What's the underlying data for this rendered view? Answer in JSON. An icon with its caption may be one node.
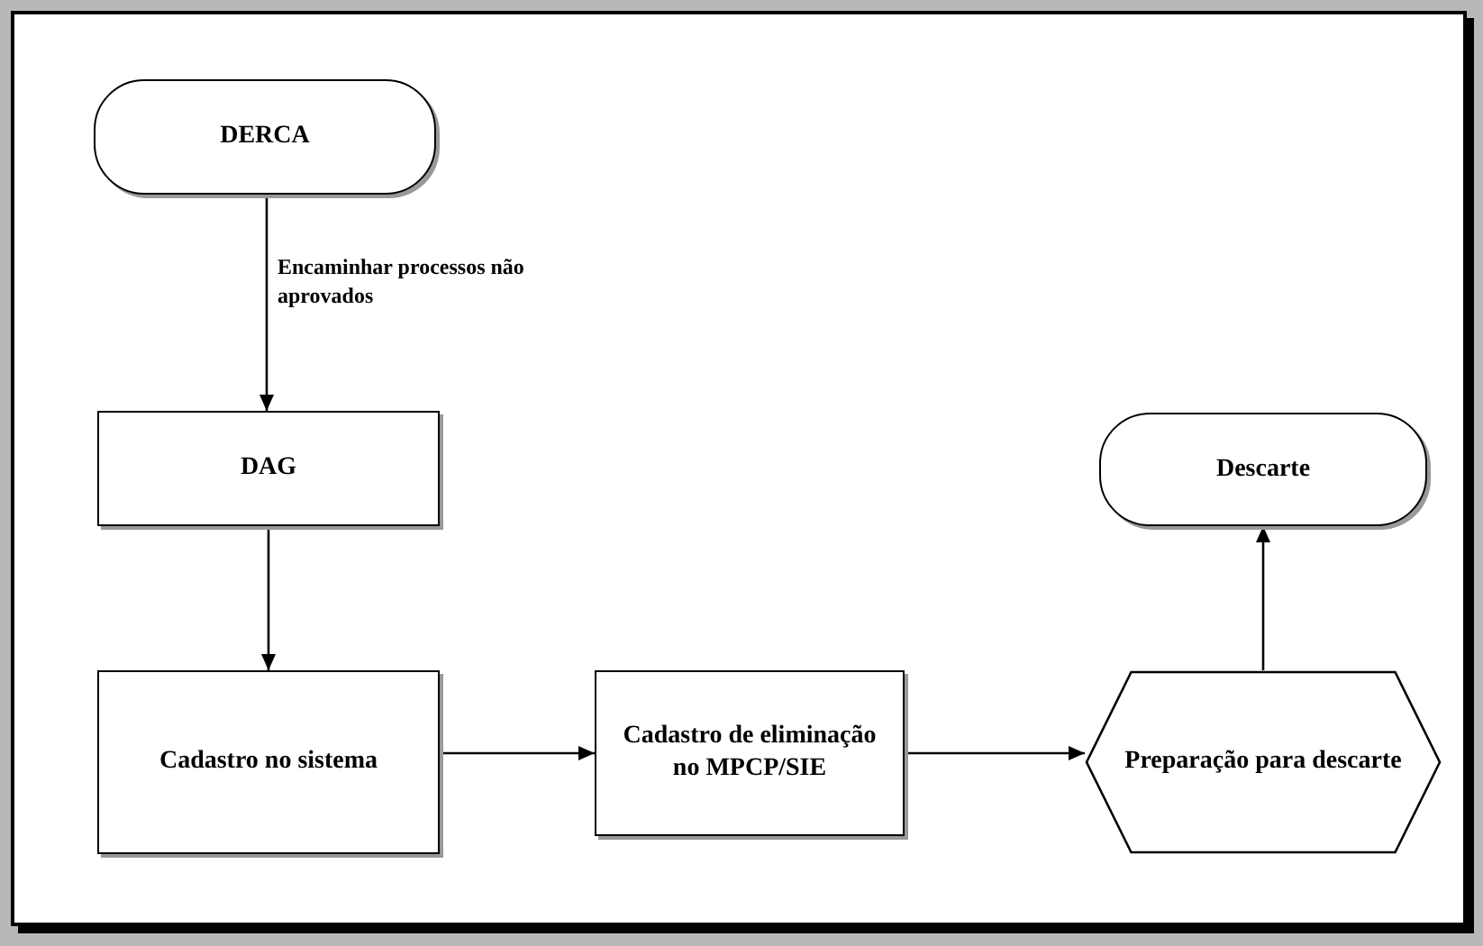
{
  "diagram": {
    "nodes": [
      {
        "text": [
          "DERCA"
        ]
      },
      {
        "text": [
          "DAG"
        ]
      },
      {
        "text": [
          "Cadastro no sistema"
        ]
      },
      {
        "text": [
          "Cadastro de eliminação no MPCP/SIE"
        ]
      },
      {
        "text": [
          "Preparação para descarte"
        ]
      },
      {
        "text": [
          "Descarte"
        ]
      }
    ],
    "edges": [
      {
        "from": 0,
        "to": 1,
        "arrow": "to",
        "label": "Encaminhar processos não aprovados"
      },
      {
        "from": 1,
        "to": 2,
        "arrow": "to"
      },
      {
        "from": 2,
        "to": 3,
        "arrow": "to"
      },
      {
        "from": 3,
        "to": 4,
        "arrow": "to"
      },
      {
        "from": 4,
        "to": 5,
        "arrow": "to"
      }
    ]
  }
}
